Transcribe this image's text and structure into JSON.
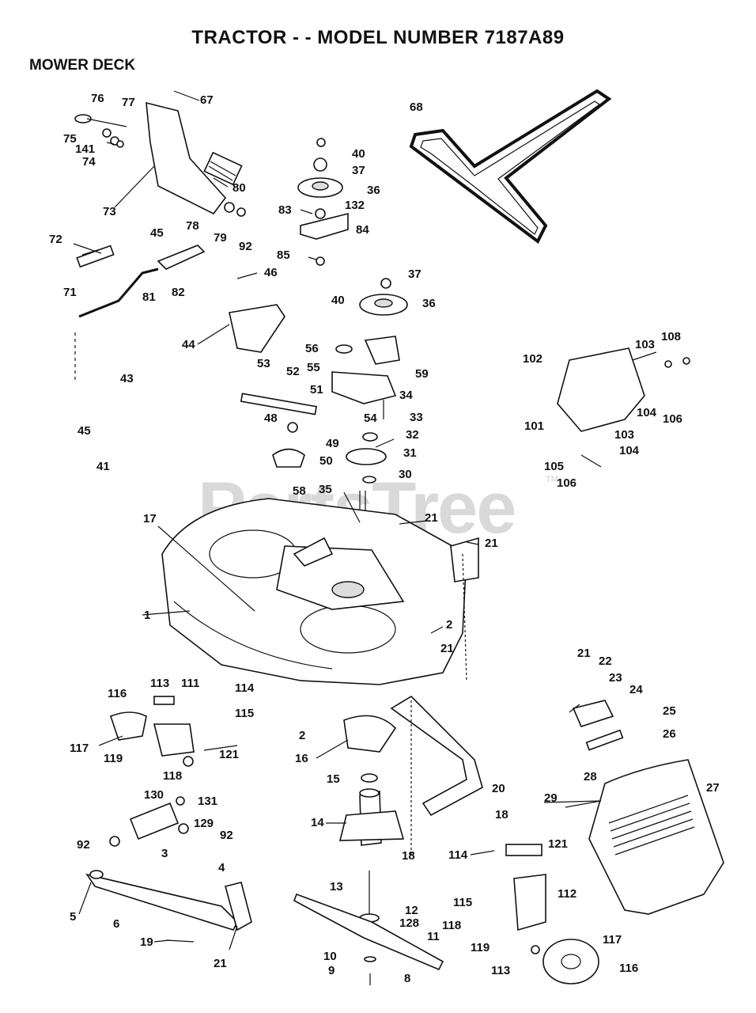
{
  "header": {
    "title": "TRACTOR - - MODEL NUMBER 7187A89",
    "section": "MOWER DECK"
  },
  "watermark": {
    "brand": "PartsTree",
    "tm": "TM"
  },
  "callouts": [
    "76",
    "67",
    "77",
    "75",
    "141",
    "74",
    "73",
    "78",
    "79",
    "92",
    "80",
    "40",
    "37",
    "36",
    "83",
    "132",
    "84",
    "85",
    "68",
    "72",
    "45",
    "81",
    "82",
    "71",
    "46",
    "44",
    "40",
    "37",
    "36",
    "56",
    "59",
    "53",
    "52",
    "55",
    "51",
    "34",
    "48",
    "54",
    "33",
    "49",
    "32",
    "50",
    "31",
    "58",
    "30",
    "35",
    "21",
    "21",
    "43",
    "45",
    "41",
    "17",
    "1",
    "2",
    "21",
    "102",
    "103",
    "108",
    "101",
    "104",
    "106",
    "103",
    "104",
    "105",
    "106",
    "21",
    "22",
    "23",
    "24",
    "25",
    "26",
    "27",
    "28",
    "29",
    "116",
    "113",
    "111",
    "114",
    "115",
    "121",
    "117",
    "119",
    "118",
    "2",
    "16",
    "15",
    "20",
    "14",
    "18",
    "18",
    "114",
    "121",
    "130",
    "131",
    "129",
    "92",
    "92",
    "3",
    "4",
    "5",
    "6",
    "19",
    "21",
    "13",
    "12",
    "128",
    "11",
    "10",
    "9",
    "8",
    "115",
    "112",
    "118",
    "119",
    "117",
    "113",
    "116"
  ]
}
